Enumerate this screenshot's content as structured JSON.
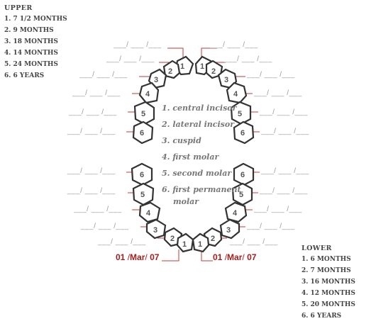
{
  "upper": {
    "heading": "UPPER",
    "ages": [
      "1. 7 1/2 MONTHS",
      "2. 9 MONTHS",
      "3. 18 MONTHS",
      "4. 14 MONTHS",
      "5. 24 MONTHS",
      "6. 6 YEARS"
    ]
  },
  "lower": {
    "heading": "LOWER",
    "ages": [
      "1. 6 MONTHS",
      "2. 7 MONTHS",
      "3. 16 MONTHS",
      "4. 12 MONTHS",
      "5. 20 MONTHS",
      "6. 6 YEARS"
    ]
  },
  "legend": {
    "items": [
      "1. central incisor",
      "2. lateral incisor",
      "3. cuspid",
      "4. first molar",
      "5. second molar",
      "6. first permanent"
    ],
    "continuation": "molar"
  },
  "blank_text": "___/ ___ /___",
  "tooth_numbers": [
    "1",
    "2",
    "3",
    "4",
    "5",
    "6"
  ],
  "date_left": {
    "day": "01",
    "month": "Mar",
    "year": "07",
    "separator": "/"
  },
  "date_right": {
    "day": "01",
    "month": "Mar",
    "year": "07",
    "separator": "/"
  },
  "colors": {
    "accent_red": "#c23b3b",
    "date_red": "#a51d1d",
    "text": "#444444"
  }
}
